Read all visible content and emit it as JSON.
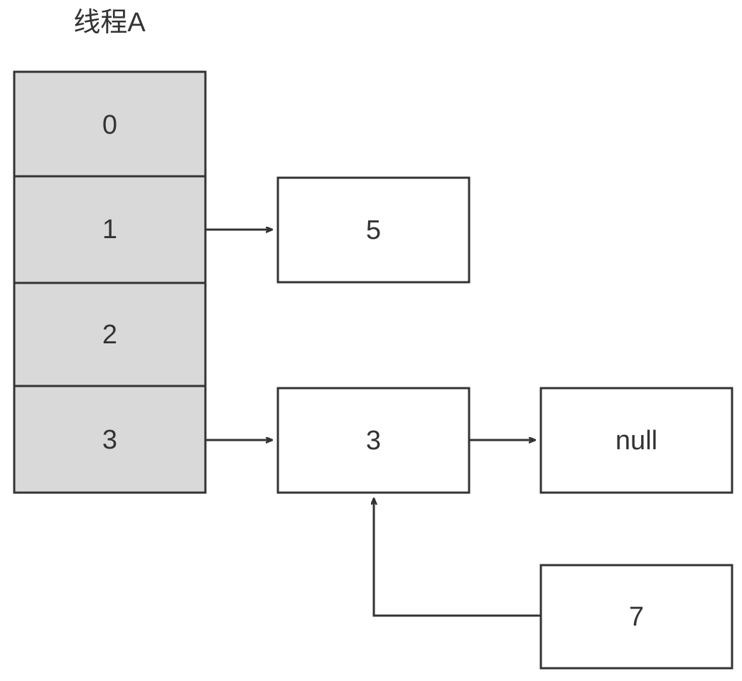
{
  "title": {
    "text": "线程A"
  },
  "colors": {
    "stroke": "#333333",
    "array_fill": "#d9d9d9",
    "node_fill": "#ffffff",
    "background": "#ffffff",
    "text": "#333333"
  },
  "array": {
    "name": "thread-a-array",
    "cells": [
      {
        "label": "0",
        "has_link": false
      },
      {
        "label": "1",
        "has_link": true
      },
      {
        "label": "2",
        "has_link": false
      },
      {
        "label": "3",
        "has_link": true
      }
    ]
  },
  "nodes": [
    {
      "id": "node-5",
      "label": "5"
    },
    {
      "id": "node-3",
      "label": "3"
    },
    {
      "id": "node-null",
      "label": "null"
    },
    {
      "id": "node-7",
      "label": "7"
    }
  ],
  "edges": [
    {
      "from": "array-cell-1",
      "to": "node-5"
    },
    {
      "from": "array-cell-3",
      "to": "node-3"
    },
    {
      "from": "node-3",
      "to": "node-null"
    },
    {
      "from": "node-7",
      "to": "node-3"
    }
  ]
}
